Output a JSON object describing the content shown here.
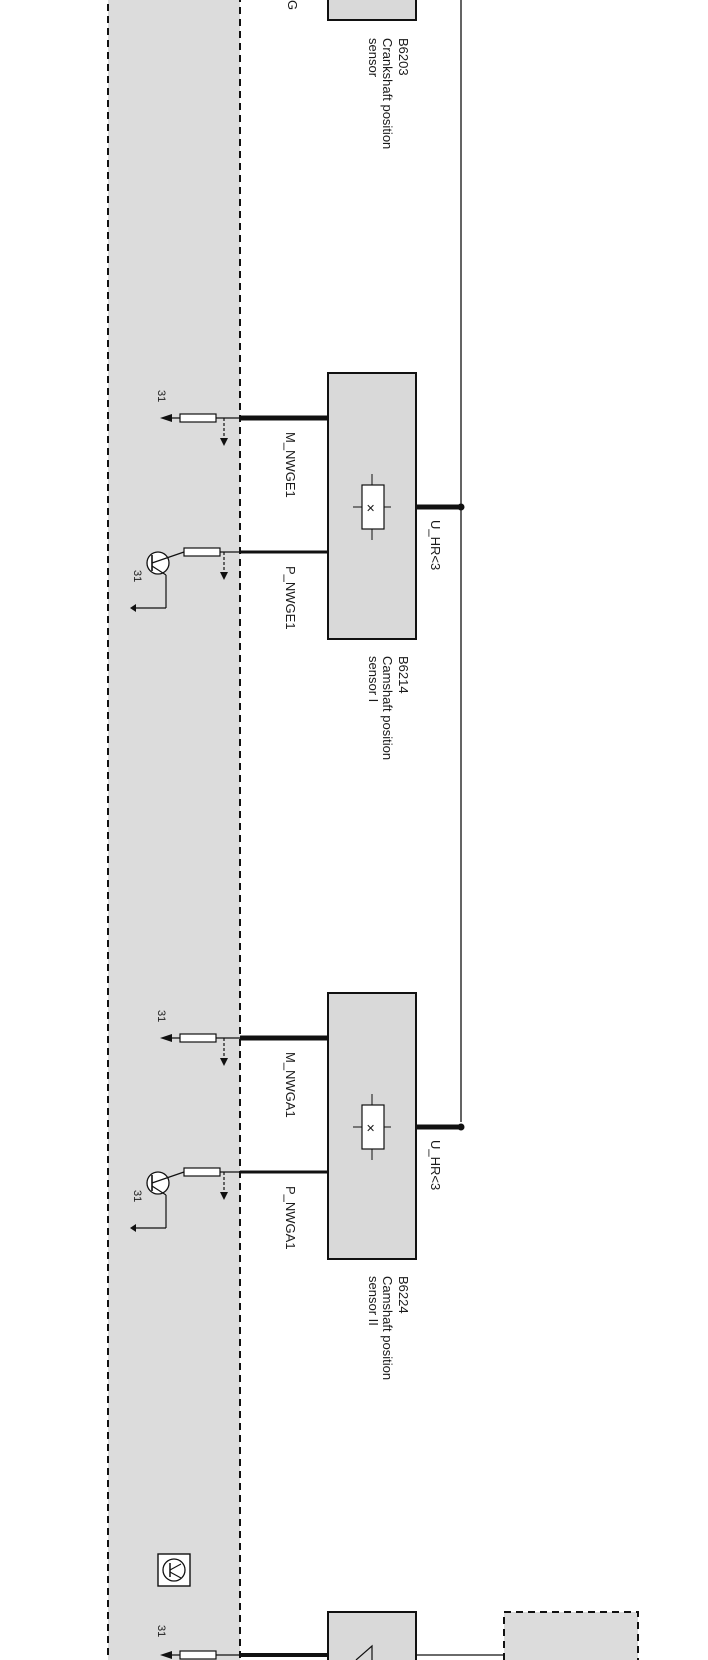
{
  "colors": {
    "panel": "#dcdcdc",
    "component": "#d9d9d9",
    "wire": "#111111",
    "background": "#ffffff"
  },
  "crankshaft": {
    "id": "B6203",
    "name_line1": "Crankshaft position",
    "name_line2": "sensor",
    "partial_left_label": "G"
  },
  "cam1": {
    "id": "B6214",
    "name_line1": "Camshaft position",
    "name_line2": "sensor I",
    "signal_ground": "M_NWGE1",
    "signal_positive": "P_NWGE1",
    "supply": "U_HR<3",
    "ground_31": "31",
    "transistor_31": "31"
  },
  "cam2": {
    "id": "B6224",
    "name_line1": "Camshaft position",
    "name_line2": "sensor II",
    "signal_ground": "M_NWGA1",
    "signal_positive": "P_NWGA1",
    "supply": "U_HR<3",
    "ground_31": "31",
    "transistor_31": "31"
  },
  "bottom": {
    "ground_31": "31"
  },
  "icons": [
    "transistor-icon",
    "resistor-icon",
    "ground-arrow-icon",
    "hall-sensor-icon",
    "shield-icon"
  ]
}
